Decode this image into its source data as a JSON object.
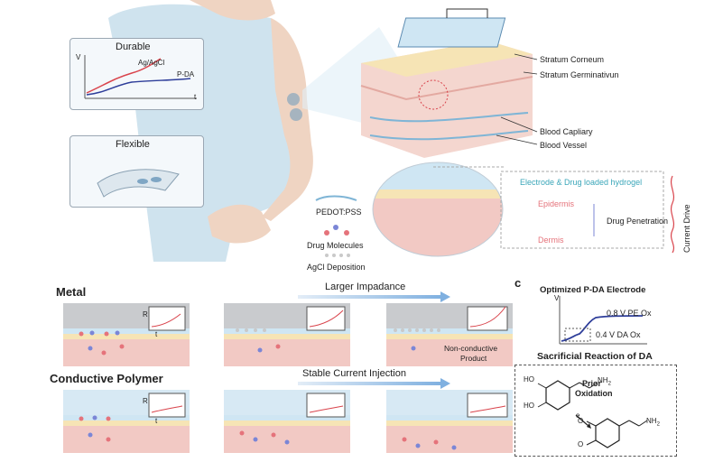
{
  "top": {
    "durable": {
      "title": "Durable",
      "axis_v": "V",
      "axis_t": "t",
      "curve_ag": "Ag/AgCl",
      "curve_pda": "P-DA"
    },
    "flexible": {
      "title": "Flexible"
    },
    "skin_layers": [
      "Stratum Corneum",
      "Stratum Germinativun",
      "Blood Capliary",
      "Blood Vessel"
    ],
    "oval": {
      "hydrogel": "Electrode & Drug loaded hydrogel",
      "epidermis": "Epidermis",
      "dermis": "Dermis",
      "penetration": "Drug Penetration",
      "current": "Current Drive"
    },
    "legend": {
      "pedot": "PEDOT:PSS",
      "drug": "Drug Molecules",
      "agcl": "AgCl Deposition"
    }
  },
  "bottom": {
    "metal_title": "Metal",
    "polymer_title": "Conductive Polymer",
    "arrow_metal": "Larger Impadance",
    "arrow_polymer": "Stable Current Injection",
    "axis_r": "R",
    "axis_t": "t",
    "nonconductive": [
      "Non-conductive",
      "Product"
    ]
  },
  "panel_c": {
    "letter": "c",
    "title": "Optimized P-DA Electrode",
    "axis_v": "V",
    "label_high": "0.8 V PE Ox",
    "label_low": "0.4 V DA Ox",
    "reaction_title": "Sacrificial Reaction of DA",
    "prior": [
      "Prior",
      "Oxidation"
    ],
    "chem": {
      "ho": "HO",
      "nh2": "NH",
      "o": "O",
      "sub2": "2",
      "electron": "e"
    }
  },
  "colors": {
    "accent_blue": "#2e5fa8",
    "red": "#d9434b",
    "particle_red": "#e5737b",
    "particle_blue": "#7b86d6",
    "skin": "#f2c9c4"
  }
}
